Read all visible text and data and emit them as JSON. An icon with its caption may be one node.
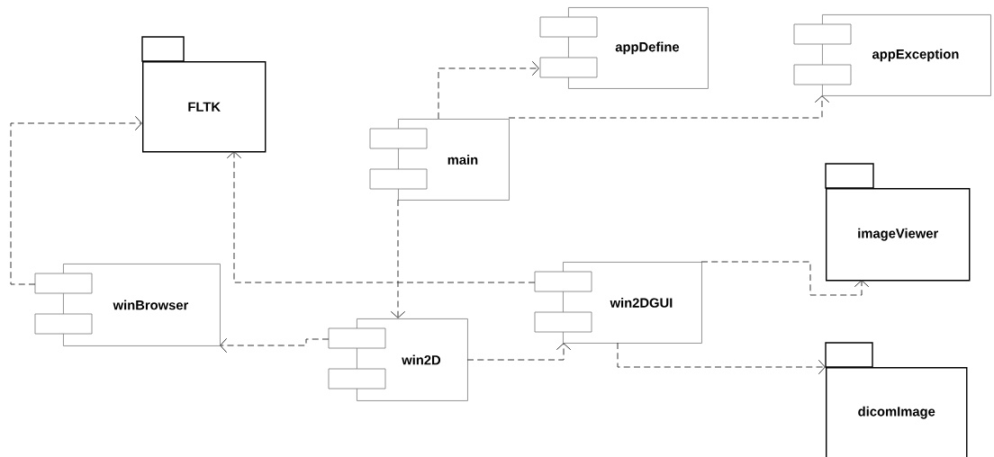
{
  "diagram": {
    "nodes": [
      {
        "text": [
          "FLTK"
        ]
      },
      {
        "text": [
          "appDefine"
        ]
      },
      {
        "text": [
          "appException"
        ]
      },
      {
        "text": [
          "main"
        ]
      },
      {
        "text": [
          "imageViewer"
        ]
      },
      {
        "text": [
          "winBrowser"
        ]
      },
      {
        "text": [
          "win2DGUI"
        ]
      },
      {
        "text": [
          "win2D"
        ]
      },
      {
        "text": [
          "dicomImage"
        ]
      }
    ],
    "edges": [
      {
        "from": 3,
        "to": 1,
        "arrow": "to",
        "style": "dashed"
      },
      {
        "from": 3,
        "to": 2,
        "arrow": "to",
        "style": "dashed"
      },
      {
        "from": 3,
        "to": 7,
        "arrow": "to",
        "style": "dashed"
      },
      {
        "from": 5,
        "to": 0,
        "arrow": "to",
        "style": "dashed"
      },
      {
        "from": 6,
        "to": 0,
        "arrow": "to",
        "style": "dashed"
      },
      {
        "from": 7,
        "to": 5,
        "arrow": "to",
        "style": "dashed"
      },
      {
        "from": 7,
        "to": 6,
        "arrow": "to",
        "style": "dashed"
      },
      {
        "from": 6,
        "to": 4,
        "arrow": "to",
        "style": "dashed"
      },
      {
        "from": 6,
        "to": 8,
        "arrow": "to",
        "style": "dashed"
      }
    ]
  }
}
